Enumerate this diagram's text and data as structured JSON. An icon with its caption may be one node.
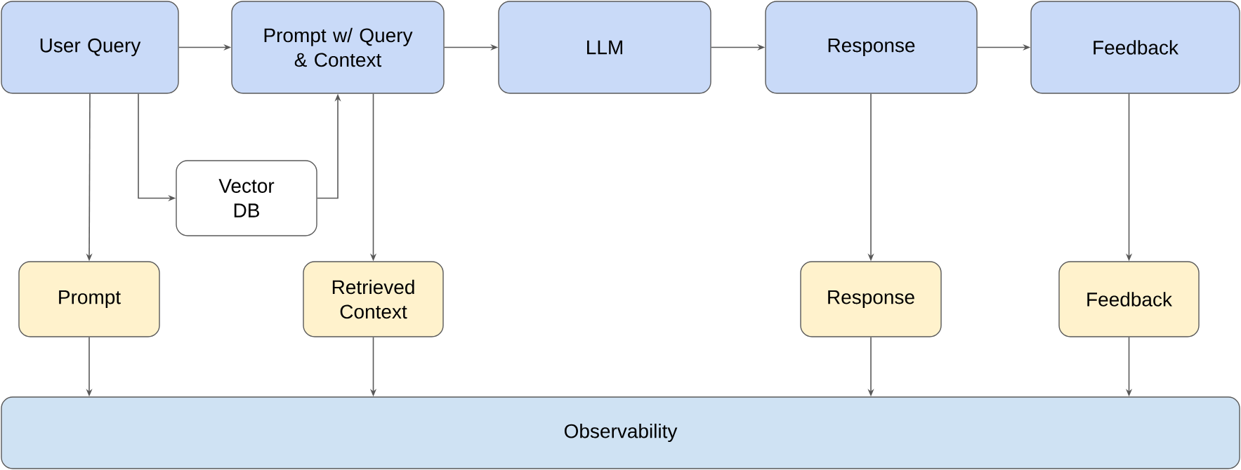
{
  "diagram": {
    "nodes": [
      {
        "text": [
          "User Query"
        ]
      },
      {
        "text": [
          "Prompt w/ Query & Context"
        ]
      },
      {
        "text": [
          "LLM"
        ]
      },
      {
        "text": [
          "Response"
        ]
      },
      {
        "text": [
          "Feedback"
        ]
      },
      {
        "text": [
          "Vector DB"
        ]
      },
      {
        "text": [
          "Prompt"
        ]
      },
      {
        "text": [
          "Retrieved Context"
        ]
      },
      {
        "text": [
          "Response"
        ]
      },
      {
        "text": [
          "Feedback"
        ]
      },
      {
        "text": [
          "Observability"
        ]
      }
    ],
    "edges": [
      {
        "from": 0,
        "to": 1,
        "arrow": "to"
      },
      {
        "from": 1,
        "to": 2,
        "arrow": "to"
      },
      {
        "from": 2,
        "to": 3,
        "arrow": "to"
      },
      {
        "from": 3,
        "to": 4,
        "arrow": "to"
      },
      {
        "from": 0,
        "to": 6,
        "arrow": "to"
      },
      {
        "from": 0,
        "to": 5,
        "arrow": "to"
      },
      {
        "from": 5,
        "to": 1,
        "arrow": "to"
      },
      {
        "from": 1,
        "to": 7,
        "arrow": "to"
      },
      {
        "from": 3,
        "to": 8,
        "arrow": "to"
      },
      {
        "from": 4,
        "to": 9,
        "arrow": "to"
      },
      {
        "from": 6,
        "to": 10,
        "arrow": "to"
      },
      {
        "from": 7,
        "to": 10,
        "arrow": "to"
      },
      {
        "from": 8,
        "to": 10,
        "arrow": "to"
      },
      {
        "from": 9,
        "to": 10,
        "arrow": "to"
      }
    ]
  }
}
